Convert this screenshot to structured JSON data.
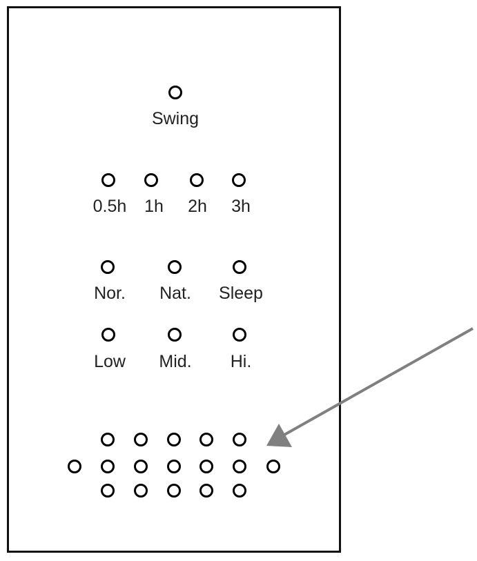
{
  "swing": {
    "label": "Swing"
  },
  "timer": {
    "labels": [
      "0.5h",
      "1h",
      "2h",
      "3h"
    ]
  },
  "mode": {
    "labels": [
      "Nor.",
      "Nat.",
      "Sleep"
    ]
  },
  "speed": {
    "labels": [
      "Low",
      "Mid.",
      "Hi."
    ]
  },
  "matrix": {
    "rows": 3,
    "cols": 5,
    "side_leds": 2
  },
  "colors": {
    "border": "#111111",
    "led_outline": "#000000",
    "text": "#222222",
    "arrow": "#808080"
  }
}
